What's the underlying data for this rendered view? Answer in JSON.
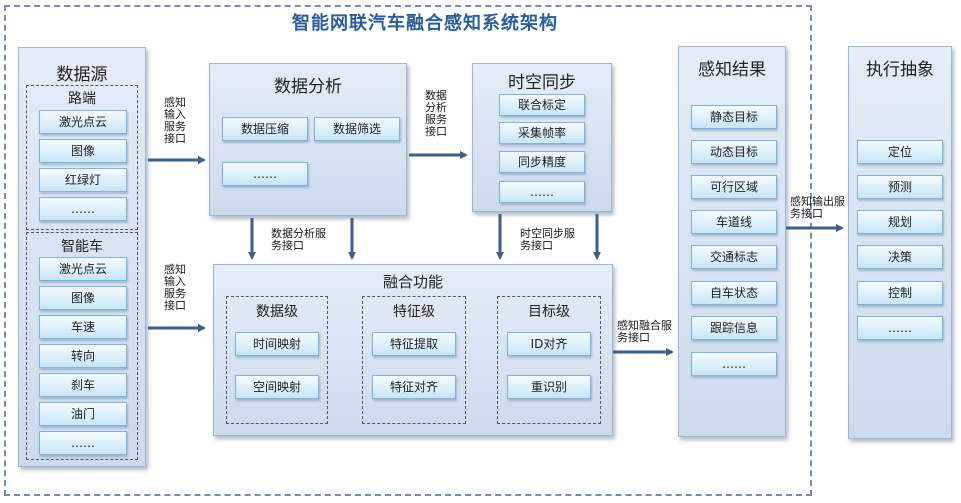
{
  "title": "智能网联汽车融合感知系统架构",
  "data_source": {
    "title": "数据源",
    "roadside": {
      "title": "路端",
      "items": [
        "激光点云",
        "图像",
        "红绿灯",
        "……"
      ]
    },
    "vehicle": {
      "title": "智能车",
      "items": [
        "激光点云",
        "图像",
        "车速",
        "转向",
        "刹车",
        "油门",
        "……"
      ]
    }
  },
  "interfaces": {
    "input_top": "感知输入服务接口",
    "input_bottom": "感知输入服务接口",
    "analysis_to_sync": "数据分析服务接口",
    "analysis_down": "数据分析服务接口",
    "sync_down": "时空同步服务接口",
    "fusion_out": "感知融合服务接口",
    "perception_out": "感知输出服务接口"
  },
  "data_analysis": {
    "title": "数据分析",
    "items": [
      "数据压缩",
      "数据筛选",
      "……"
    ]
  },
  "spatiotemporal_sync": {
    "title": "时空同步",
    "items": [
      "联合标定",
      "采集帧率",
      "同步精度",
      "……"
    ]
  },
  "fusion": {
    "title": "融合功能",
    "data_level": {
      "title": "数据级",
      "items": [
        "时间映射",
        "空间映射"
      ]
    },
    "feature_level": {
      "title": "特征级",
      "items": [
        "特征提取",
        "特征对齐"
      ]
    },
    "target_level": {
      "title": "目标级",
      "items": [
        "ID对齐",
        "重识别"
      ]
    }
  },
  "perception_results": {
    "title": "感知结果",
    "items": [
      "静态目标",
      "动态目标",
      "可行区域",
      "车道线",
      "交通标志",
      "自车状态",
      "跟踪信息",
      "……"
    ]
  },
  "execution": {
    "title": "执行抽象",
    "items": [
      "定位",
      "预测",
      "规划",
      "决策",
      "控制",
      "……"
    ]
  },
  "colors": {
    "title": "#2a5e98",
    "panel": "#d6e2f2",
    "chip": "#c8e6f8",
    "arrow": "#3f5f87"
  }
}
